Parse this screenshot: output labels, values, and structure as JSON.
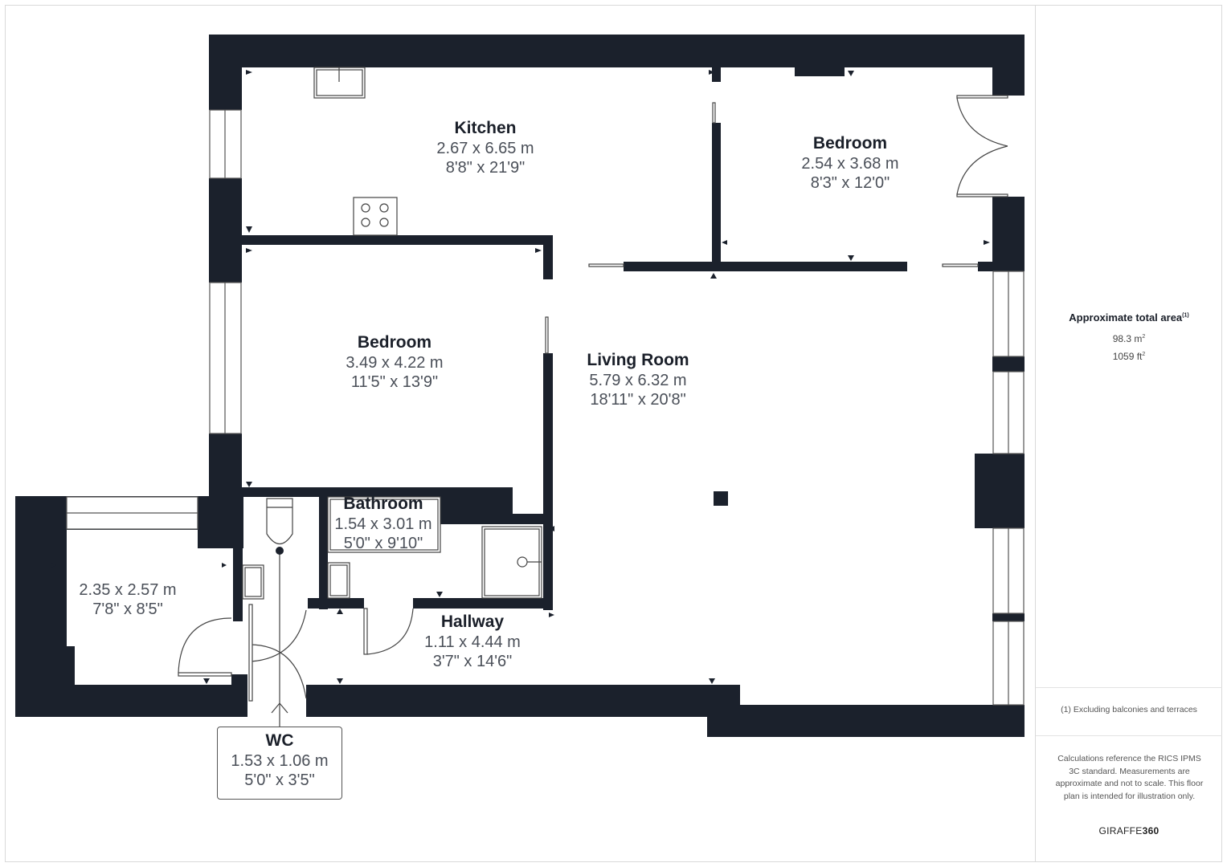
{
  "rooms": {
    "kitchen": {
      "name": "Kitchen",
      "metric": "2.67 x 6.65 m",
      "imperial": "8'8\" x 21'9\""
    },
    "bedroom_top": {
      "name": "Bedroom",
      "metric": "2.54 x 3.68 m",
      "imperial": "8'3\" x 12'0\""
    },
    "bedroom_left": {
      "name": "Bedroom",
      "metric": "3.49 x 4.22 m",
      "imperial": "11'5\" x 13'9\""
    },
    "living_room": {
      "name": "Living Room",
      "metric": "5.79 x 6.32 m",
      "imperial": "18'11\" x 20'8\""
    },
    "bathroom": {
      "name": "Bathroom",
      "metric": "1.54 x 3.01 m",
      "imperial": "5'0\" x 9'10\""
    },
    "unnamed_room": {
      "metric": "2.35 x 2.57 m",
      "imperial": "7'8\" x 8'5\""
    },
    "hallway": {
      "name": "Hallway",
      "metric": "1.11 x 4.44 m",
      "imperial": "3'7\" x 14'6\""
    },
    "wc": {
      "name": "WC",
      "metric": "1.53 x 1.06 m",
      "imperial": "5'0\" x 3'5\""
    }
  },
  "sidebar": {
    "area_title": "Approximate total area",
    "area_note_marker": "(1)",
    "area_m2": "98.3 m",
    "area_ft2": "1059 ft",
    "squared": "2",
    "footnote": "(1) Excluding balconies and terraces",
    "disclaimer": "Calculations reference the RICS IPMS 3C standard. Measurements are approximate and not to scale. This floor plan is intended for illustration only.",
    "brand_prefix": "GIRAFFE",
    "brand_suffix": "360"
  },
  "colors": {
    "wall": "#1b212c",
    "text_primary": "#1a1f29",
    "text_secondary": "#4a4f58"
  }
}
